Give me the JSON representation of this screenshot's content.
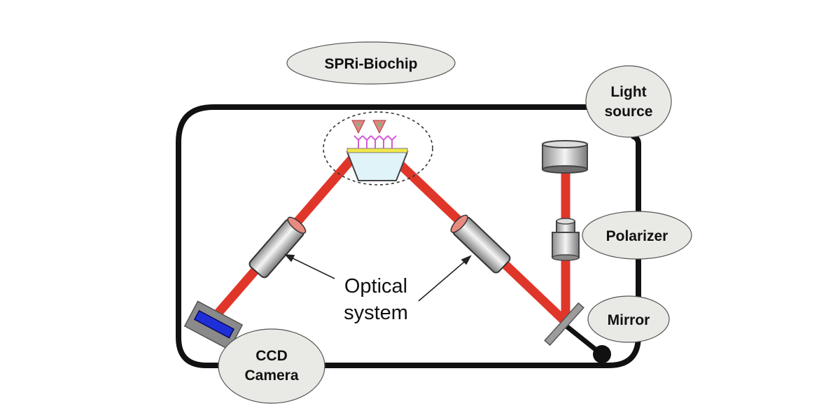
{
  "diagram": {
    "labels": {
      "biochip": "SPRi-Biochip",
      "light_source_line1": "Light",
      "light_source_line2": "source",
      "polarizer": "Polarizer",
      "mirror": "Mirror",
      "ccd_line1": "CCD",
      "ccd_line2": "Camera",
      "optical_line1": "Optical",
      "optical_line2": "system"
    },
    "colors": {
      "beam": "#e0362a",
      "frame": "#111111",
      "label_fill": "#e9e9e6",
      "prism": "#dff3f8",
      "gold_film": "#f2e84a",
      "antibody": "#d35bd6",
      "antigen": "#e88080",
      "antigen_core": "#8bb27e",
      "sensor": "#1f2fd8",
      "camera_body": "#8a8a8a"
    }
  }
}
